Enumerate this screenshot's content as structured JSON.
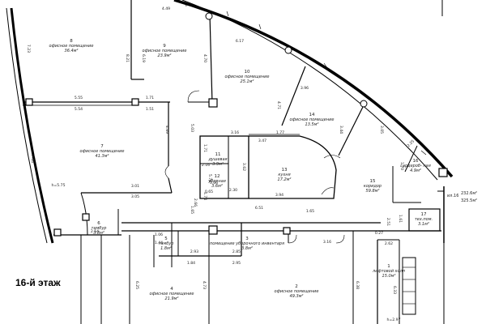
{
  "floor_label": "16-й этаж",
  "summary": {
    "line1": "232.6м²",
    "line2": "325.5м²",
    "prefix": "ил.16"
  },
  "rooms": [
    {
      "num": "8",
      "name": "офисное помещение",
      "area": "36.4м²"
    },
    {
      "num": "9",
      "name": "офисное помещение",
      "area": "23.9м²"
    },
    {
      "num": "10",
      "name": "офисное помещение",
      "area": "25.1м²"
    },
    {
      "num": "14",
      "name": "офисное помещение",
      "area": "13.5м²"
    },
    {
      "num": "7",
      "name": "офисное помещение",
      "area": "41.3м²"
    },
    {
      "num": "11",
      "name": "душевая",
      "area": "3.9м²"
    },
    {
      "num": "12",
      "name": "уборная",
      "area": "3.6м²"
    },
    {
      "num": "13",
      "name": "кухня",
      "area": "17.2м²"
    },
    {
      "num": "15",
      "name": "коридор",
      "area": "59.8м²"
    },
    {
      "num": "16",
      "name": "гардероб- ная",
      "area": "4.9м²"
    },
    {
      "num": "6",
      "name": "тамбур",
      "area": "3.8м²"
    },
    {
      "num": "17",
      "name": "тех.пом.",
      "area": "3.1м²"
    },
    {
      "num": "3",
      "name": "помещение уборочного инвентаря",
      "area": "3.8м²"
    },
    {
      "num": "5",
      "name": "тамбур",
      "area": "1.8м²"
    },
    {
      "num": "1",
      "name": "лифтовой холл",
      "area": "15.0м²"
    },
    {
      "num": "4",
      "name": "офисное помещение",
      "area": "21.9м²"
    },
    {
      "num": "2",
      "name": "офисное помещение",
      "area": "49.3м²"
    }
  ],
  "dims": [
    "4.49",
    "7.23",
    "8.21",
    "6.19",
    "6.17",
    "4.70",
    "3.96",
    "5.55",
    "1.71",
    "5.54",
    "1.51",
    "4.71",
    "3.44",
    "3.05",
    "4.89",
    "5.03",
    "3.16",
    "3.47",
    "1.77",
    "1.71",
    "2.16",
    "3.62",
    "3.66",
    "1.70",
    "7.44",
    "5.74",
    "2.30",
    "2.66",
    "1.74",
    "0.65",
    "3.01",
    "3.05",
    "3.94",
    "2.25",
    "h=5.75",
    "1.65",
    "6.51",
    "1.65",
    "2.54",
    "1.06",
    "1.44",
    "2.93",
    "2.95",
    "3.16",
    "0.27",
    "2.62",
    "1.84",
    "2.85",
    "2.51",
    "1.61",
    "6.25",
    "4.73",
    "6.38",
    "6.33",
    "h=2.97"
  ]
}
